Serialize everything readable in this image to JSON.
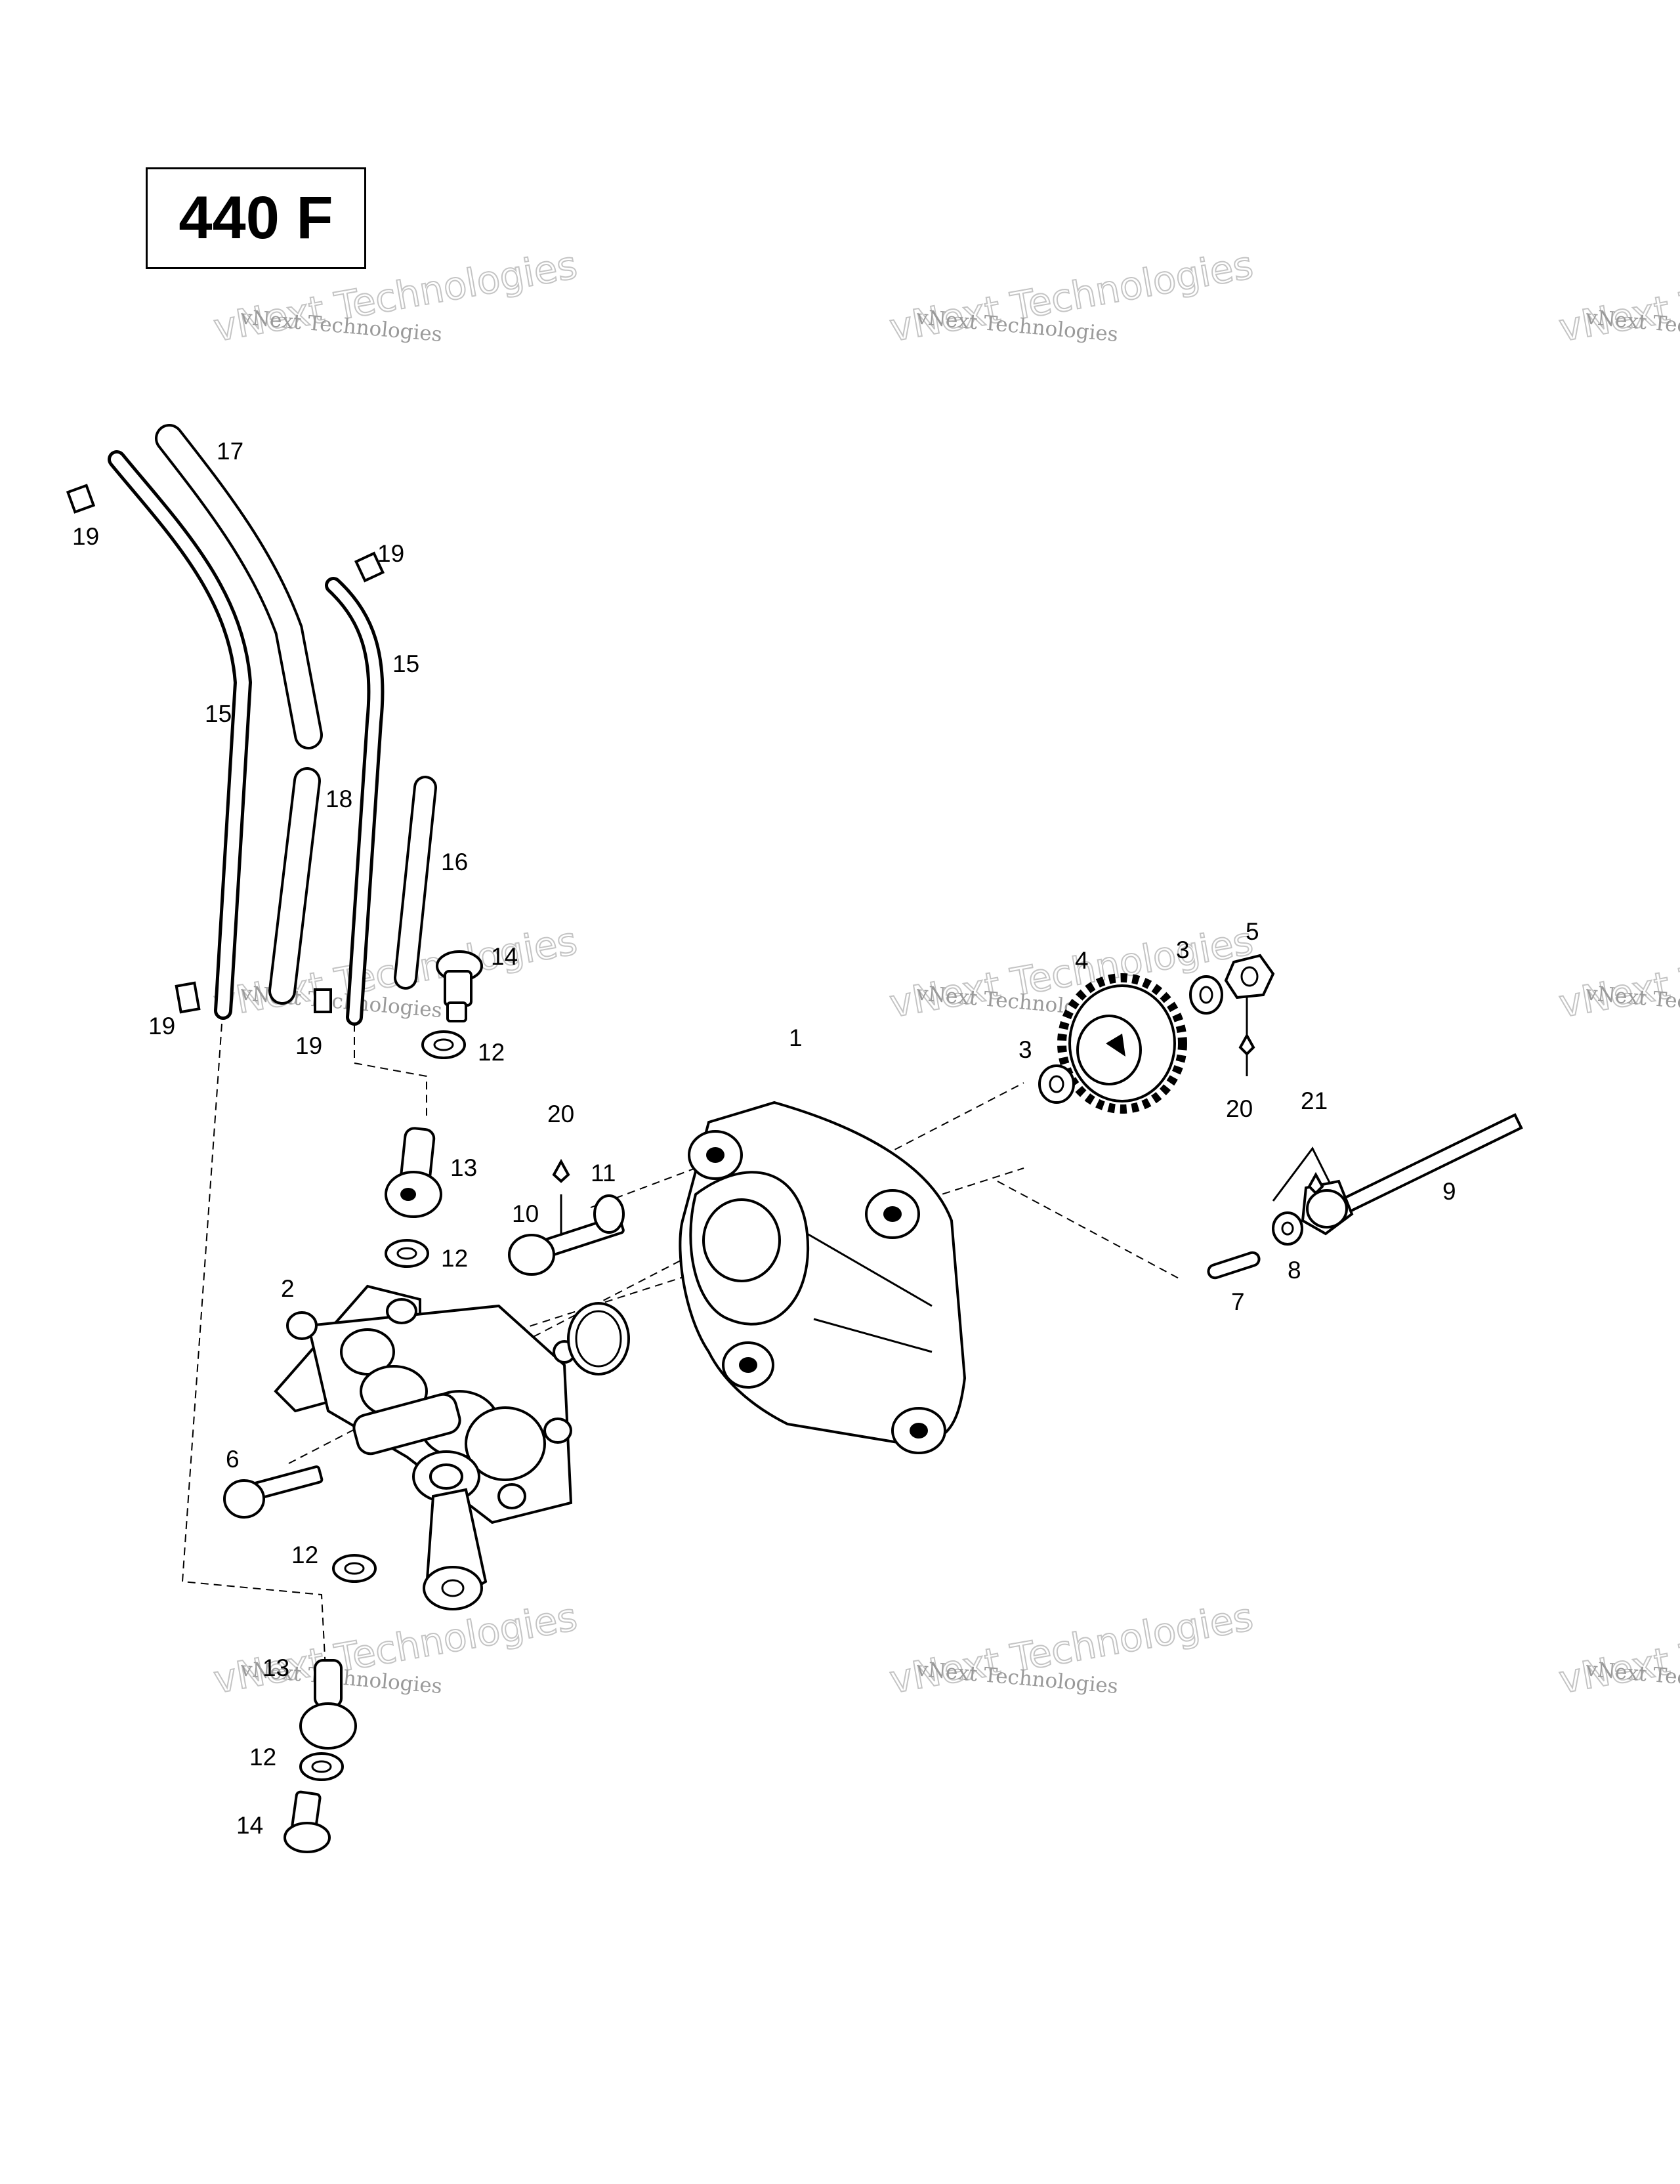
{
  "header": {
    "model_code": "440 F"
  },
  "callouts": [
    {
      "id": "c17a",
      "text": "17"
    },
    {
      "id": "c19a",
      "text": "19"
    },
    {
      "id": "c19b",
      "text": "19"
    },
    {
      "id": "c15a",
      "text": "15"
    },
    {
      "id": "c15b",
      "text": "15"
    },
    {
      "id": "c18",
      "text": "18"
    },
    {
      "id": "c16",
      "text": "16"
    },
    {
      "id": "c14a",
      "text": "14"
    },
    {
      "id": "c12a",
      "text": "12"
    },
    {
      "id": "c19c",
      "text": "19"
    },
    {
      "id": "c19d",
      "text": "19"
    },
    {
      "id": "c13a",
      "text": "13"
    },
    {
      "id": "c12b",
      "text": "12"
    },
    {
      "id": "c20a",
      "text": "20"
    },
    {
      "id": "c11",
      "text": "11"
    },
    {
      "id": "c10",
      "text": "10"
    },
    {
      "id": "c2",
      "text": "2"
    },
    {
      "id": "c6",
      "text": "6"
    },
    {
      "id": "c12c",
      "text": "12"
    },
    {
      "id": "c13b",
      "text": "13"
    },
    {
      "id": "c12d",
      "text": "12"
    },
    {
      "id": "c14b",
      "text": "14"
    },
    {
      "id": "c1",
      "text": "1"
    },
    {
      "id": "c4",
      "text": "4"
    },
    {
      "id": "c3a",
      "text": "3"
    },
    {
      "id": "c5",
      "text": "5"
    },
    {
      "id": "c3b",
      "text": "3"
    },
    {
      "id": "c20b",
      "text": "20"
    },
    {
      "id": "c21",
      "text": "21"
    },
    {
      "id": "c9",
      "text": "9"
    },
    {
      "id": "c7",
      "text": "7"
    },
    {
      "id": "c8",
      "text": "8"
    }
  ],
  "watermark": {
    "line1": "vNext Technologies",
    "line2": "vNext Technologies"
  }
}
